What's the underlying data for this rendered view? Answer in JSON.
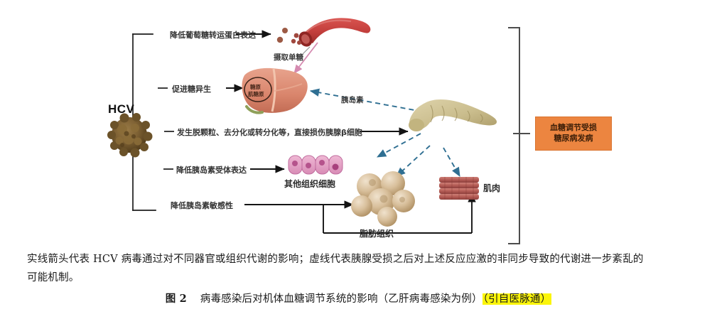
{
  "figure": {
    "source_label": "HCV",
    "outcome": {
      "line1": "血糖调节受损",
      "line2": "糖尿病发病",
      "color": "#ec8540"
    },
    "branches": [
      {
        "id": "b1",
        "label": "降低葡萄糖转运蛋白表达"
      },
      {
        "id": "b2",
        "label": "促进糖异生"
      },
      {
        "id": "b3",
        "label": "发生脱颗粒、去分化或转分化等，直接损伤胰腺β细胞"
      },
      {
        "id": "b4",
        "label": "降低胰岛素受体表达"
      },
      {
        "id": "b5",
        "label": "降低胰岛素敏感性"
      }
    ],
    "annotations": [
      {
        "id": "a1",
        "label": "摄取单糖"
      },
      {
        "id": "a2",
        "label": "胰岛素"
      }
    ],
    "organ_labels": [
      {
        "id": "liver-inner-1",
        "label": "糖原"
      },
      {
        "id": "liver-inner-2",
        "label": "肌糖原"
      },
      {
        "id": "other-cells",
        "label": "其他组织细胞"
      },
      {
        "id": "adipose",
        "label": "脂肪组织"
      },
      {
        "id": "muscle",
        "label": "肌肉"
      }
    ]
  },
  "caption": {
    "note_line1": "实线箭头代表 HCV 病毒通过对不同器官或组织代谢的影响；虚线代表胰腺受损之后对上述反应应激的非同步导致的代谢进一步紊乱的",
    "note_line2": "可能机制。",
    "figure_number": "图 2",
    "figure_title": "病毒感染后对机体血糖调节系统的影响（乙肝病毒感染为例）",
    "figure_source": "（引自医脉通）"
  }
}
